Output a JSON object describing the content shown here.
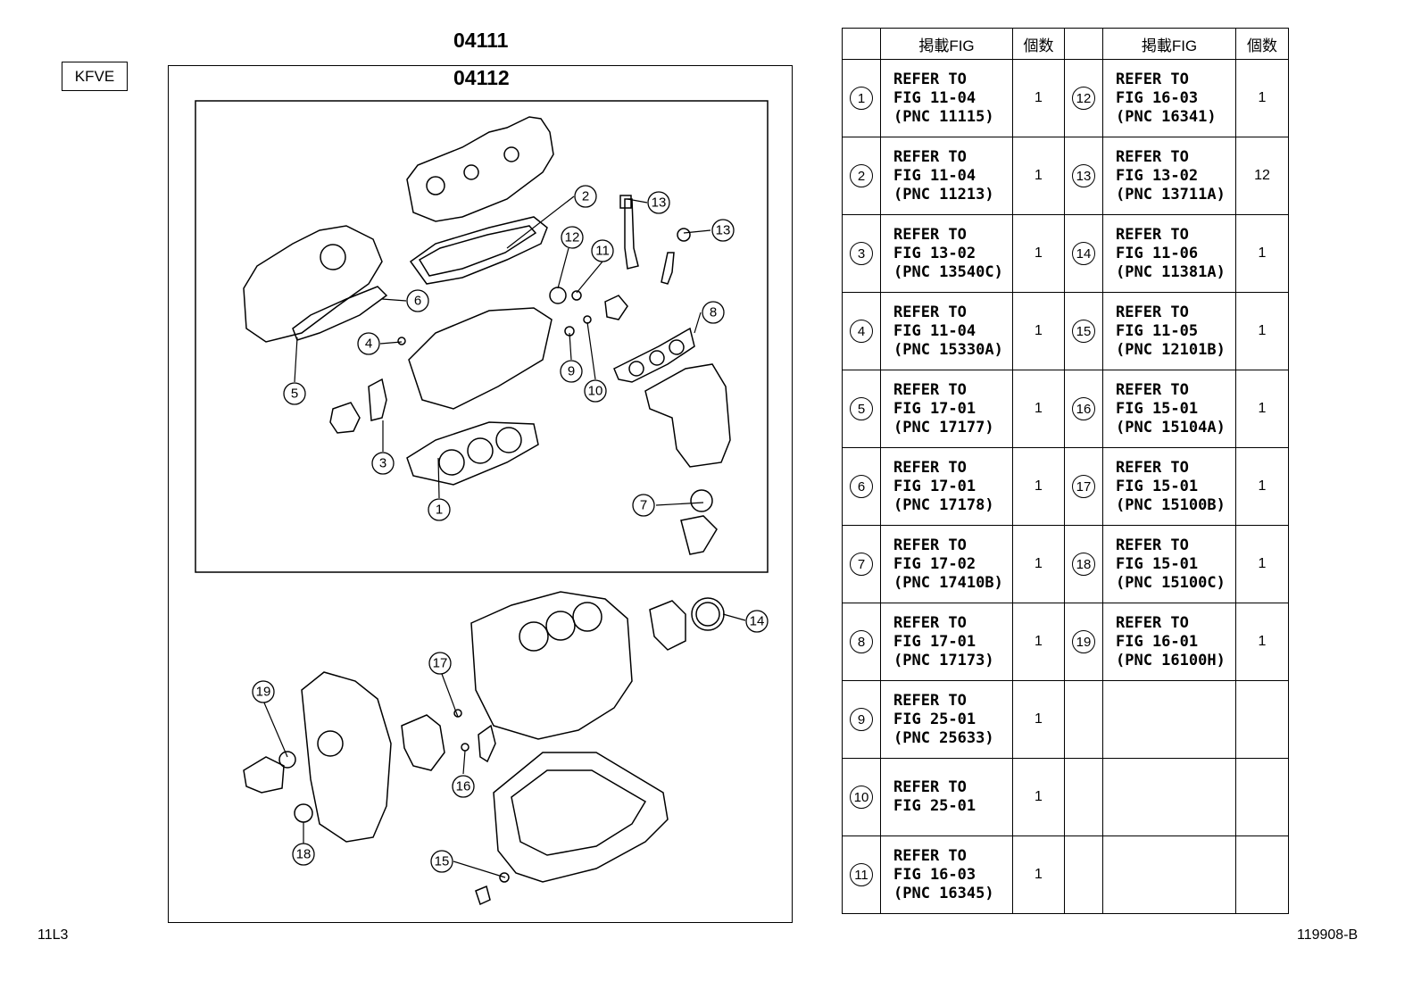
{
  "engine_code": "KFVE",
  "kit_outer": "04111",
  "kit_inner": "04112",
  "page_code": "11L3",
  "illustration_id": "119908-B",
  "table": {
    "header_fig": "掲載FIG",
    "header_qty": "個数",
    "rows": [
      {
        "left": {
          "num": "1",
          "l1": "REFER TO",
          "l2": "FIG 11-04",
          "l3": "(PNC 11115)",
          "qty": "1"
        },
        "right": {
          "num": "12",
          "l1": "REFER TO",
          "l2": "FIG 16-03",
          "l3": "(PNC 16341)",
          "qty": "1"
        }
      },
      {
        "left": {
          "num": "2",
          "l1": "REFER TO",
          "l2": "FIG 11-04",
          "l3": "(PNC 11213)",
          "qty": "1"
        },
        "right": {
          "num": "13",
          "l1": "REFER TO",
          "l2": "FIG 13-02",
          "l3": "(PNC 13711A)",
          "qty": "12"
        }
      },
      {
        "left": {
          "num": "3",
          "l1": "REFER TO",
          "l2": "FIG 13-02",
          "l3": "(PNC 13540C)",
          "qty": "1"
        },
        "right": {
          "num": "14",
          "l1": "REFER TO",
          "l2": "FIG 11-06",
          "l3": "(PNC 11381A)",
          "qty": "1"
        }
      },
      {
        "left": {
          "num": "4",
          "l1": "REFER TO",
          "l2": "FIG 11-04",
          "l3": "(PNC 15330A)",
          "qty": "1"
        },
        "right": {
          "num": "15",
          "l1": "REFER TO",
          "l2": "FIG 11-05",
          "l3": "(PNC 12101B)",
          "qty": "1"
        }
      },
      {
        "left": {
          "num": "5",
          "l1": "REFER TO",
          "l2": "FIG 17-01",
          "l3": "(PNC 17177)",
          "qty": "1"
        },
        "right": {
          "num": "16",
          "l1": "REFER TO",
          "l2": "FIG 15-01",
          "l3": "(PNC 15104A)",
          "qty": "1"
        }
      },
      {
        "left": {
          "num": "6",
          "l1": "REFER TO",
          "l2": "FIG 17-01",
          "l3": "(PNC 17178)",
          "qty": "1"
        },
        "right": {
          "num": "17",
          "l1": "REFER TO",
          "l2": "FIG 15-01",
          "l3": "(PNC 15100B)",
          "qty": "1"
        }
      },
      {
        "left": {
          "num": "7",
          "l1": "REFER TO",
          "l2": "FIG 17-02",
          "l3": "(PNC 17410B)",
          "qty": "1"
        },
        "right": {
          "num": "18",
          "l1": "REFER TO",
          "l2": "FIG 15-01",
          "l3": "(PNC 15100C)",
          "qty": "1"
        }
      },
      {
        "left": {
          "num": "8",
          "l1": "REFER TO",
          "l2": "FIG 17-01",
          "l3": "(PNC 17173)",
          "qty": "1"
        },
        "right": {
          "num": "19",
          "l1": "REFER TO",
          "l2": "FIG 16-01",
          "l3": "(PNC 16100H)",
          "qty": "1"
        }
      },
      {
        "left": {
          "num": "9",
          "l1": "REFER TO",
          "l2": "FIG 25-01",
          "l3": "(PNC 25633)",
          "qty": "1"
        },
        "right": {
          "num": "",
          "l1": "",
          "l2": "",
          "l3": "",
          "qty": ""
        }
      },
      {
        "left": {
          "num": "10",
          "l1": "REFER TO",
          "l2": "FIG 25-01",
          "l3": "",
          "qty": "1"
        },
        "right": {
          "num": "",
          "l1": "",
          "l2": "",
          "l3": "",
          "qty": ""
        }
      },
      {
        "left": {
          "num": "11",
          "l1": "REFER TO",
          "l2": "FIG 16-03",
          "l3": "(PNC 16345)",
          "qty": "1"
        },
        "right": {
          "num": "",
          "l1": "",
          "l2": "",
          "l3": "",
          "qty": ""
        }
      }
    ]
  },
  "callouts": [
    "1",
    "2",
    "3",
    "4",
    "5",
    "6",
    "7",
    "8",
    "9",
    "10",
    "11",
    "12",
    "13",
    "13",
    "14",
    "15",
    "16",
    "17",
    "18",
    "19"
  ]
}
